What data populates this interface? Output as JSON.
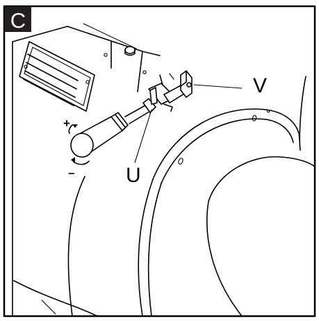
{
  "panel": {
    "letter": "C",
    "labels": {
      "u": "U",
      "v": "V",
      "plus": "+",
      "minus": "–"
    }
  },
  "colors": {
    "line": "#000000",
    "badge_bg": "#231f20",
    "badge_text": "#ffffff",
    "background": "#ffffff"
  }
}
